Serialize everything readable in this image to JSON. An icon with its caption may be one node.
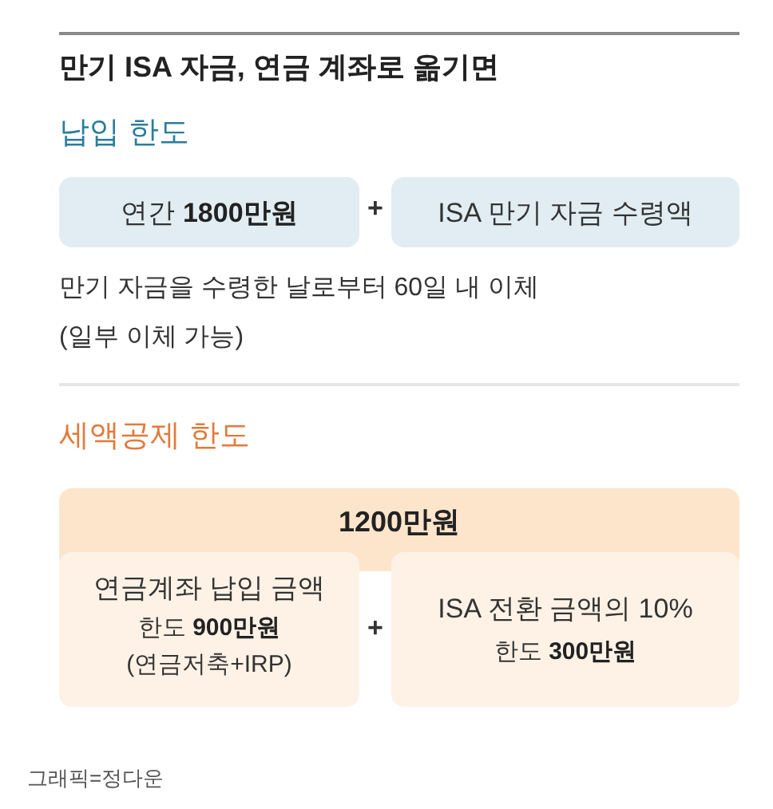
{
  "diagram": {
    "title": "만기 ISA 자금, 연금 계좌로 옮기면",
    "caption": "그래픽=정다운",
    "nodes": [
      {
        "text": [
          "연간 **1800만원**"
        ]
      },
      {
        "text": [
          "ISA 만기 자금 수령액"
        ]
      },
      {
        "text": [
          "1200만원"
        ]
      },
      {
        "text": [
          "연금계좌 납입 금액",
          "한도 **900만원**",
          "(연금저축+IRP)"
        ]
      },
      {
        "text": [
          "ISA 전환 금액의 10%",
          "한도 **300만원**"
        ]
      }
    ],
    "labels": [
      "납입 한도",
      "+",
      "만기 자금을 수령한 날로부터 60일 내 이체 (일부 이체 가능)",
      "세액공제 한도",
      "+"
    ]
  }
}
